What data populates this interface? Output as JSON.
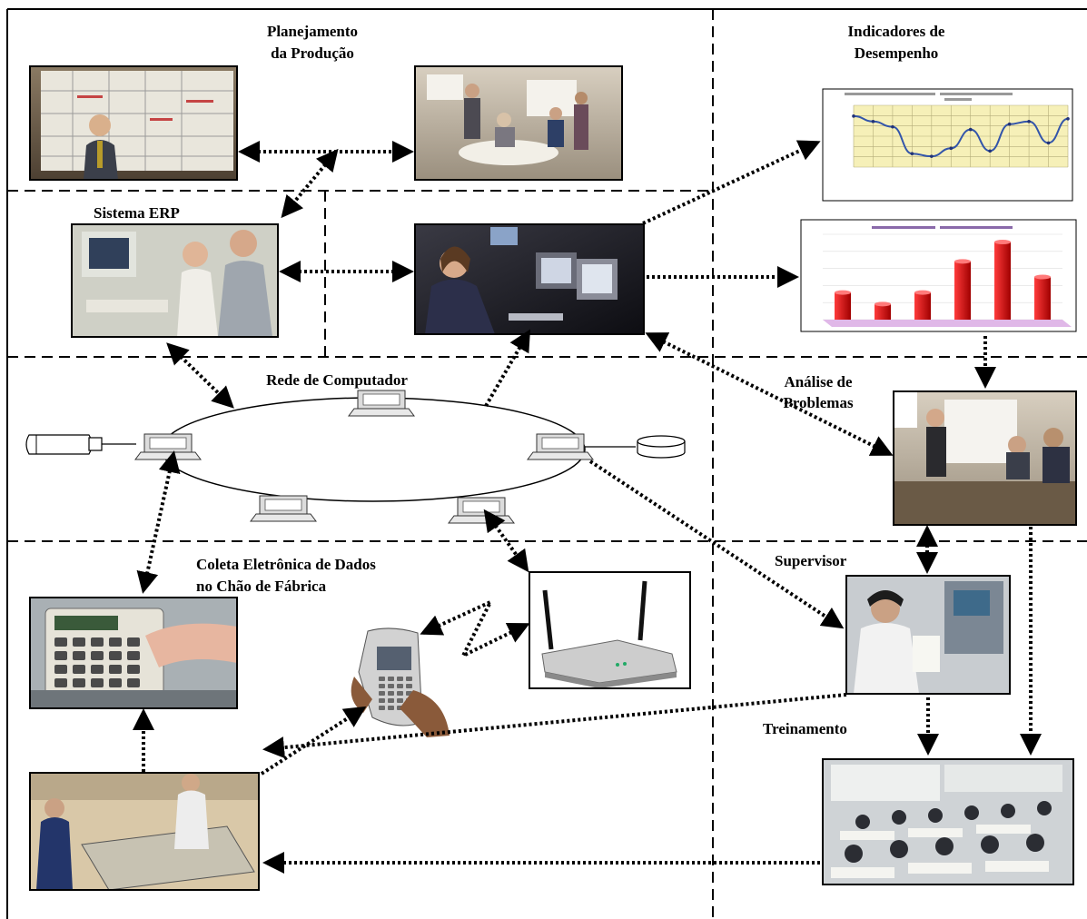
{
  "labels": {
    "planning_line1": "Planejamento",
    "planning_line2": "da Produção",
    "indicators_line1": "Indicadores de",
    "indicators_line2": "Desempenho",
    "erp": "Sistema ERP",
    "network": "Rede de Computador",
    "analysis_line1": "Análise de",
    "analysis_line2": "Problemas",
    "collection_line1": "Coleta Eletrônica de Dados",
    "collection_line2": "no Chão de Fábrica",
    "supervisor": "Supervisor",
    "training": "Treinamento"
  },
  "icons": {
    "terminal": "computer-terminal-icon",
    "tape": "tape-drive-icon",
    "disk": "disk-storage-icon",
    "router": "wireless-router-icon",
    "handheld": "handheld-scanner-icon"
  },
  "colors": {
    "bar_red": "#cc1111",
    "line_blue": "#3355aa",
    "chart_bg": "#f6f0b8",
    "arrow": "#000000"
  },
  "chart_data": [
    {
      "type": "line",
      "title": "",
      "x": [
        1,
        2,
        3,
        4,
        5,
        6,
        7,
        8,
        9,
        10,
        11,
        12
      ],
      "values": [
        74,
        72,
        70,
        60,
        59,
        62,
        69,
        61,
        71,
        72,
        64,
        73
      ],
      "grid": true
    },
    {
      "type": "bar",
      "title": "",
      "categories": [
        "1",
        "2",
        "3",
        "4",
        "5",
        "6"
      ],
      "values": [
        35,
        20,
        35,
        75,
        100,
        55
      ],
      "grid": true
    }
  ]
}
